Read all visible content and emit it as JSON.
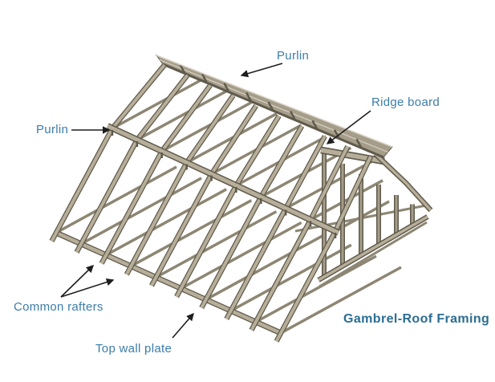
{
  "title": "Gambrel-Roof Framing",
  "labels": {
    "purlin_top": "Purlin",
    "purlin_left": "Purlin",
    "ridge_board": "Ridge board",
    "common_rafters": "Common rafters",
    "top_wall_plate": "Top wall plate"
  },
  "diagram": {
    "type": "isometric 3D framing illustration",
    "subject": "Gambrel roof wood framing",
    "labeled_parts": [
      "Purlin",
      "Ridge board",
      "Common rafters",
      "Top wall plate"
    ],
    "features": {
      "front_rafter_count": 10,
      "gable_stud_count": 6,
      "views": "steep lower slope and shallow upper slope with purlin at the break, ridge board at top, gable-end studs at right, top wall plate at eave"
    }
  },
  "colors": {
    "background": "#ffffff",
    "label-blue": "#3b7dab",
    "title-blue": "#2b6d92",
    "arrow-black": "#1e1e1e",
    "wood-light": "#b7ae9a",
    "wood-mid": "#a59d8a",
    "wood-shadow": "#8d8673",
    "wood-edge": "#5f5a4b",
    "wood-highlight": "#d8d2c3"
  }
}
